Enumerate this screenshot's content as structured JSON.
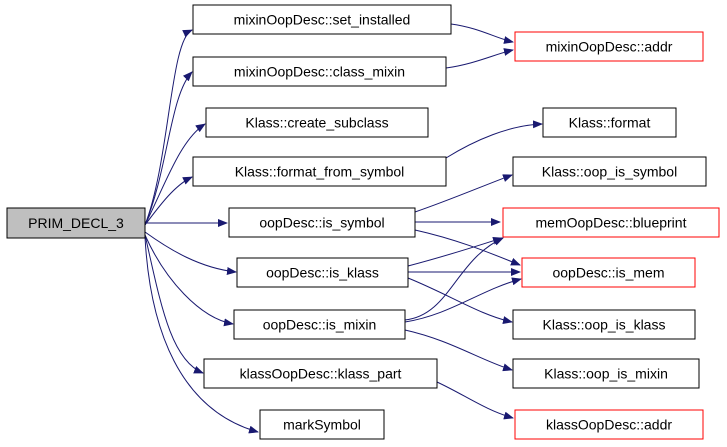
{
  "colors": {
    "edge": "#191970",
    "root_fill": "#bfbfbf",
    "missing_border": "#ff0000"
  },
  "nodes": {
    "prim_decl_3": "PRIM_DECL_3",
    "set_installed": "mixinOopDesc::set_installed",
    "mixin_addr": "mixinOopDesc::addr",
    "class_mixin": "mixinOopDesc::class_mixin",
    "create_subclass": "Klass::create_subclass",
    "klass_format": "Klass::format",
    "format_from_symbol": "Klass::format_from_symbol",
    "oop_is_symbol": "Klass::oop_is_symbol",
    "is_symbol": "oopDesc::is_symbol",
    "blueprint": "memOopDesc::blueprint",
    "is_klass": "oopDesc::is_klass",
    "is_mem": "oopDesc::is_mem",
    "is_mixin": "oopDesc::is_mixin",
    "oop_is_klass": "Klass::oop_is_klass",
    "klass_part": "klassOopDesc::klass_part",
    "oop_is_mixin": "Klass::oop_is_mixin",
    "mark_symbol": "markSymbol",
    "klass_addr": "klassOopDesc::addr"
  }
}
